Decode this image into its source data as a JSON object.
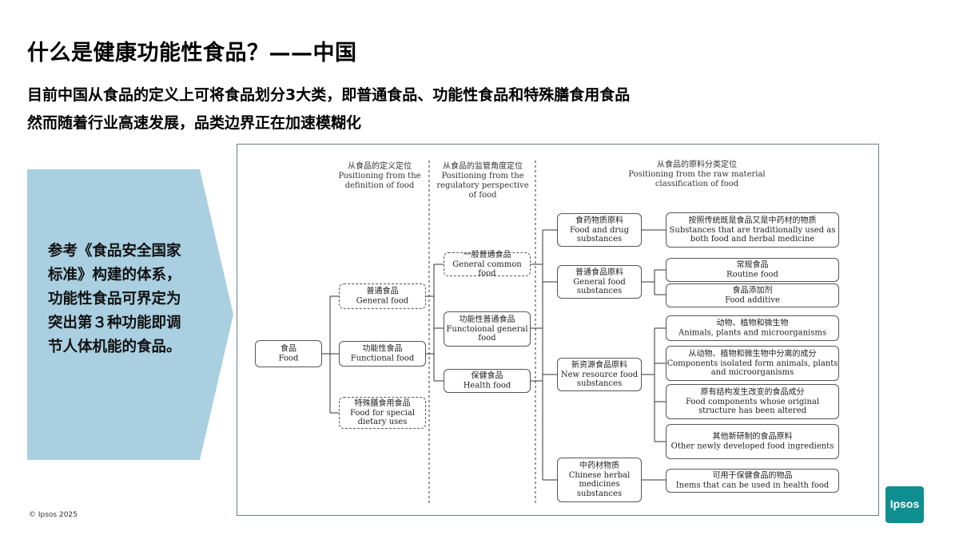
{
  "slide": {
    "title": "什么是健康功能性食品？——中国",
    "subtitle_1": "目前中国从食品的定义上可将食品划分3大类，即普通食品、功能性食品和特殊膳食用食品",
    "subtitle_2": "然而随着行业高速发展，品类边界正在加速模糊化",
    "callout_text": "参考《食品安全国家标准》构建的体系，功能性食品可界定为突出第３种功能即调节人体机能的食品。",
    "footer": "© Ipsos 2025",
    "logo_text": "Ipsos",
    "colors": {
      "callout": "#a9cfe0",
      "logo": "#0f8f8f",
      "frame": "#6a7c86"
    }
  },
  "diagram": {
    "headers": {
      "definition": {
        "zh": "从食品的定义定位",
        "en": "Positioning from the definition of food"
      },
      "regulatory": {
        "zh": "从食品的监管角度定位",
        "en": "Positioning from the regulatory perspective of food"
      },
      "raw_material": {
        "zh": "从食品的原料分类定位",
        "en": "Positioning from the raw material classification of food"
      }
    },
    "root": {
      "zh": "食品",
      "en": "Food"
    },
    "col1": {
      "general": {
        "zh": "普通食品",
        "en": "General food"
      },
      "functional": {
        "zh": "功能性食品",
        "en": "Functional food"
      },
      "special": {
        "zh": "特殊膳食用食品",
        "en": "Food for special dietary uses"
      }
    },
    "col2": {
      "general_common": {
        "zh": "一般普通食品",
        "en": "General common food"
      },
      "functional_general": {
        "zh": "功能性普通食品",
        "en": "Functoional general food"
      },
      "health": {
        "zh": "保健食品",
        "en": "Health food"
      }
    },
    "col3": {
      "food_drug": {
        "zh": "食药物质原料",
        "en": "Food and drug substances"
      },
      "general_sub": {
        "zh": "普通食品原料",
        "en": "General food substances"
      },
      "new_resource": {
        "zh": "新资源食品原料",
        "en": "New resource food substances"
      },
      "herbal": {
        "zh": "中药材物质",
        "en": "Chinese herbal medicines substances"
      }
    },
    "col4": {
      "traditional": {
        "zh": "按照传统既是食品又是中药材的物质",
        "en": "Substances that are traditionally used as both food and herbal medicine"
      },
      "routine": {
        "zh": "常规食品",
        "en": "Routine food"
      },
      "additive": {
        "zh": "食品添加剂",
        "en": "Food additive"
      },
      "animals": {
        "zh": "动物、植物和微生物",
        "en": "Animals, plants and microorganisms"
      },
      "components": {
        "zh": "从动物、植物和微生物中分离的成分",
        "en": "Components isolated form animals, plants and microorganisms"
      },
      "altered": {
        "zh": "原有结构发生改变的食品成分",
        "en": "Food components whose original structure has been altered"
      },
      "other_new": {
        "zh": "其他新研制的食品原料",
        "en": "Other newly developed food ingredients"
      },
      "health_items": {
        "zh": "可用于保健食品的物品",
        "en": "Inems that can be used in health food"
      }
    }
  }
}
